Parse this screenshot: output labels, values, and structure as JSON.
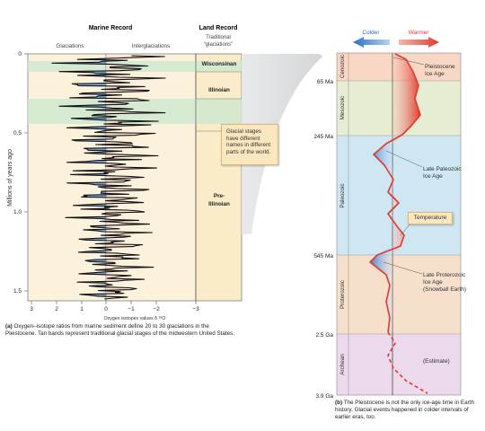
{
  "marine": {
    "title": "Marine Record",
    "glaciations_label": "Glaciations",
    "interglaciations_label": "Interglaciations",
    "yaxis_label": "Millions of years ago",
    "y_ticks": [
      "0",
      "0.5",
      "1.0",
      "1.5"
    ],
    "x_ticks": [
      "3",
      "2",
      "1",
      "0",
      "−1",
      "−2",
      "−3"
    ],
    "xaxis_label": "Oxygen isotopes values δ ¹⁸O"
  },
  "land": {
    "title": "Land Record",
    "subtitle_line1": "Traditional",
    "subtitle_line2": "“glaciations”",
    "stages": [
      "Wisconsinan",
      "Illinoian",
      "Pre-",
      "Illinoian"
    ]
  },
  "callout": {
    "glacial_stages": "Glacial stages have different names in different parts of the world."
  },
  "caption_a": {
    "label": "(a)",
    "text": "Oxygen–isotope ratios from marine sediment define 20 to 30 glaciations in the Pleistocene. Tan bands represent traditional glacial stages of the midwestern United States."
  },
  "history": {
    "colder_label": "Colder",
    "warmer_label": "Warmer",
    "ages": [
      "65 Ma",
      "245 Ma",
      "545 Ma",
      "2.5 Ga",
      "3.9 Ga"
    ],
    "eras": [
      "Cenozoic",
      "Mesozoic",
      "Paleozoic",
      "Proterozoic",
      "Archean"
    ],
    "annotations": {
      "pleistocene": [
        "Pleistocene",
        "Ice Age"
      ],
      "late_paleozoic": [
        "Late Paleozoic",
        "Ice Age"
      ],
      "temperature": "Temperature",
      "late_proterozoic": [
        "Late Proterozoic",
        "Ice Age",
        "(Snowball Earth)"
      ],
      "estimate": "(Estimate)"
    }
  },
  "caption_b": {
    "label": "(b)",
    "text": "The Pleistocene is not the only ice-age time in Earth history. Glacial events happened in colder intervals of earlier eras, too."
  },
  "colors": {
    "warm_red": "#e03a2c",
    "cold_blue": "#3b7fd1",
    "cenozoic": "#f8d7c4",
    "mesozoic": "#e6edd3",
    "paleozoic": "#cfe6f3",
    "proterozoic": "#f6e0cc",
    "archean": "#ecd9ec",
    "chart_bg": "#fcf2dc",
    "glacial_band": "#cfe8cf"
  }
}
